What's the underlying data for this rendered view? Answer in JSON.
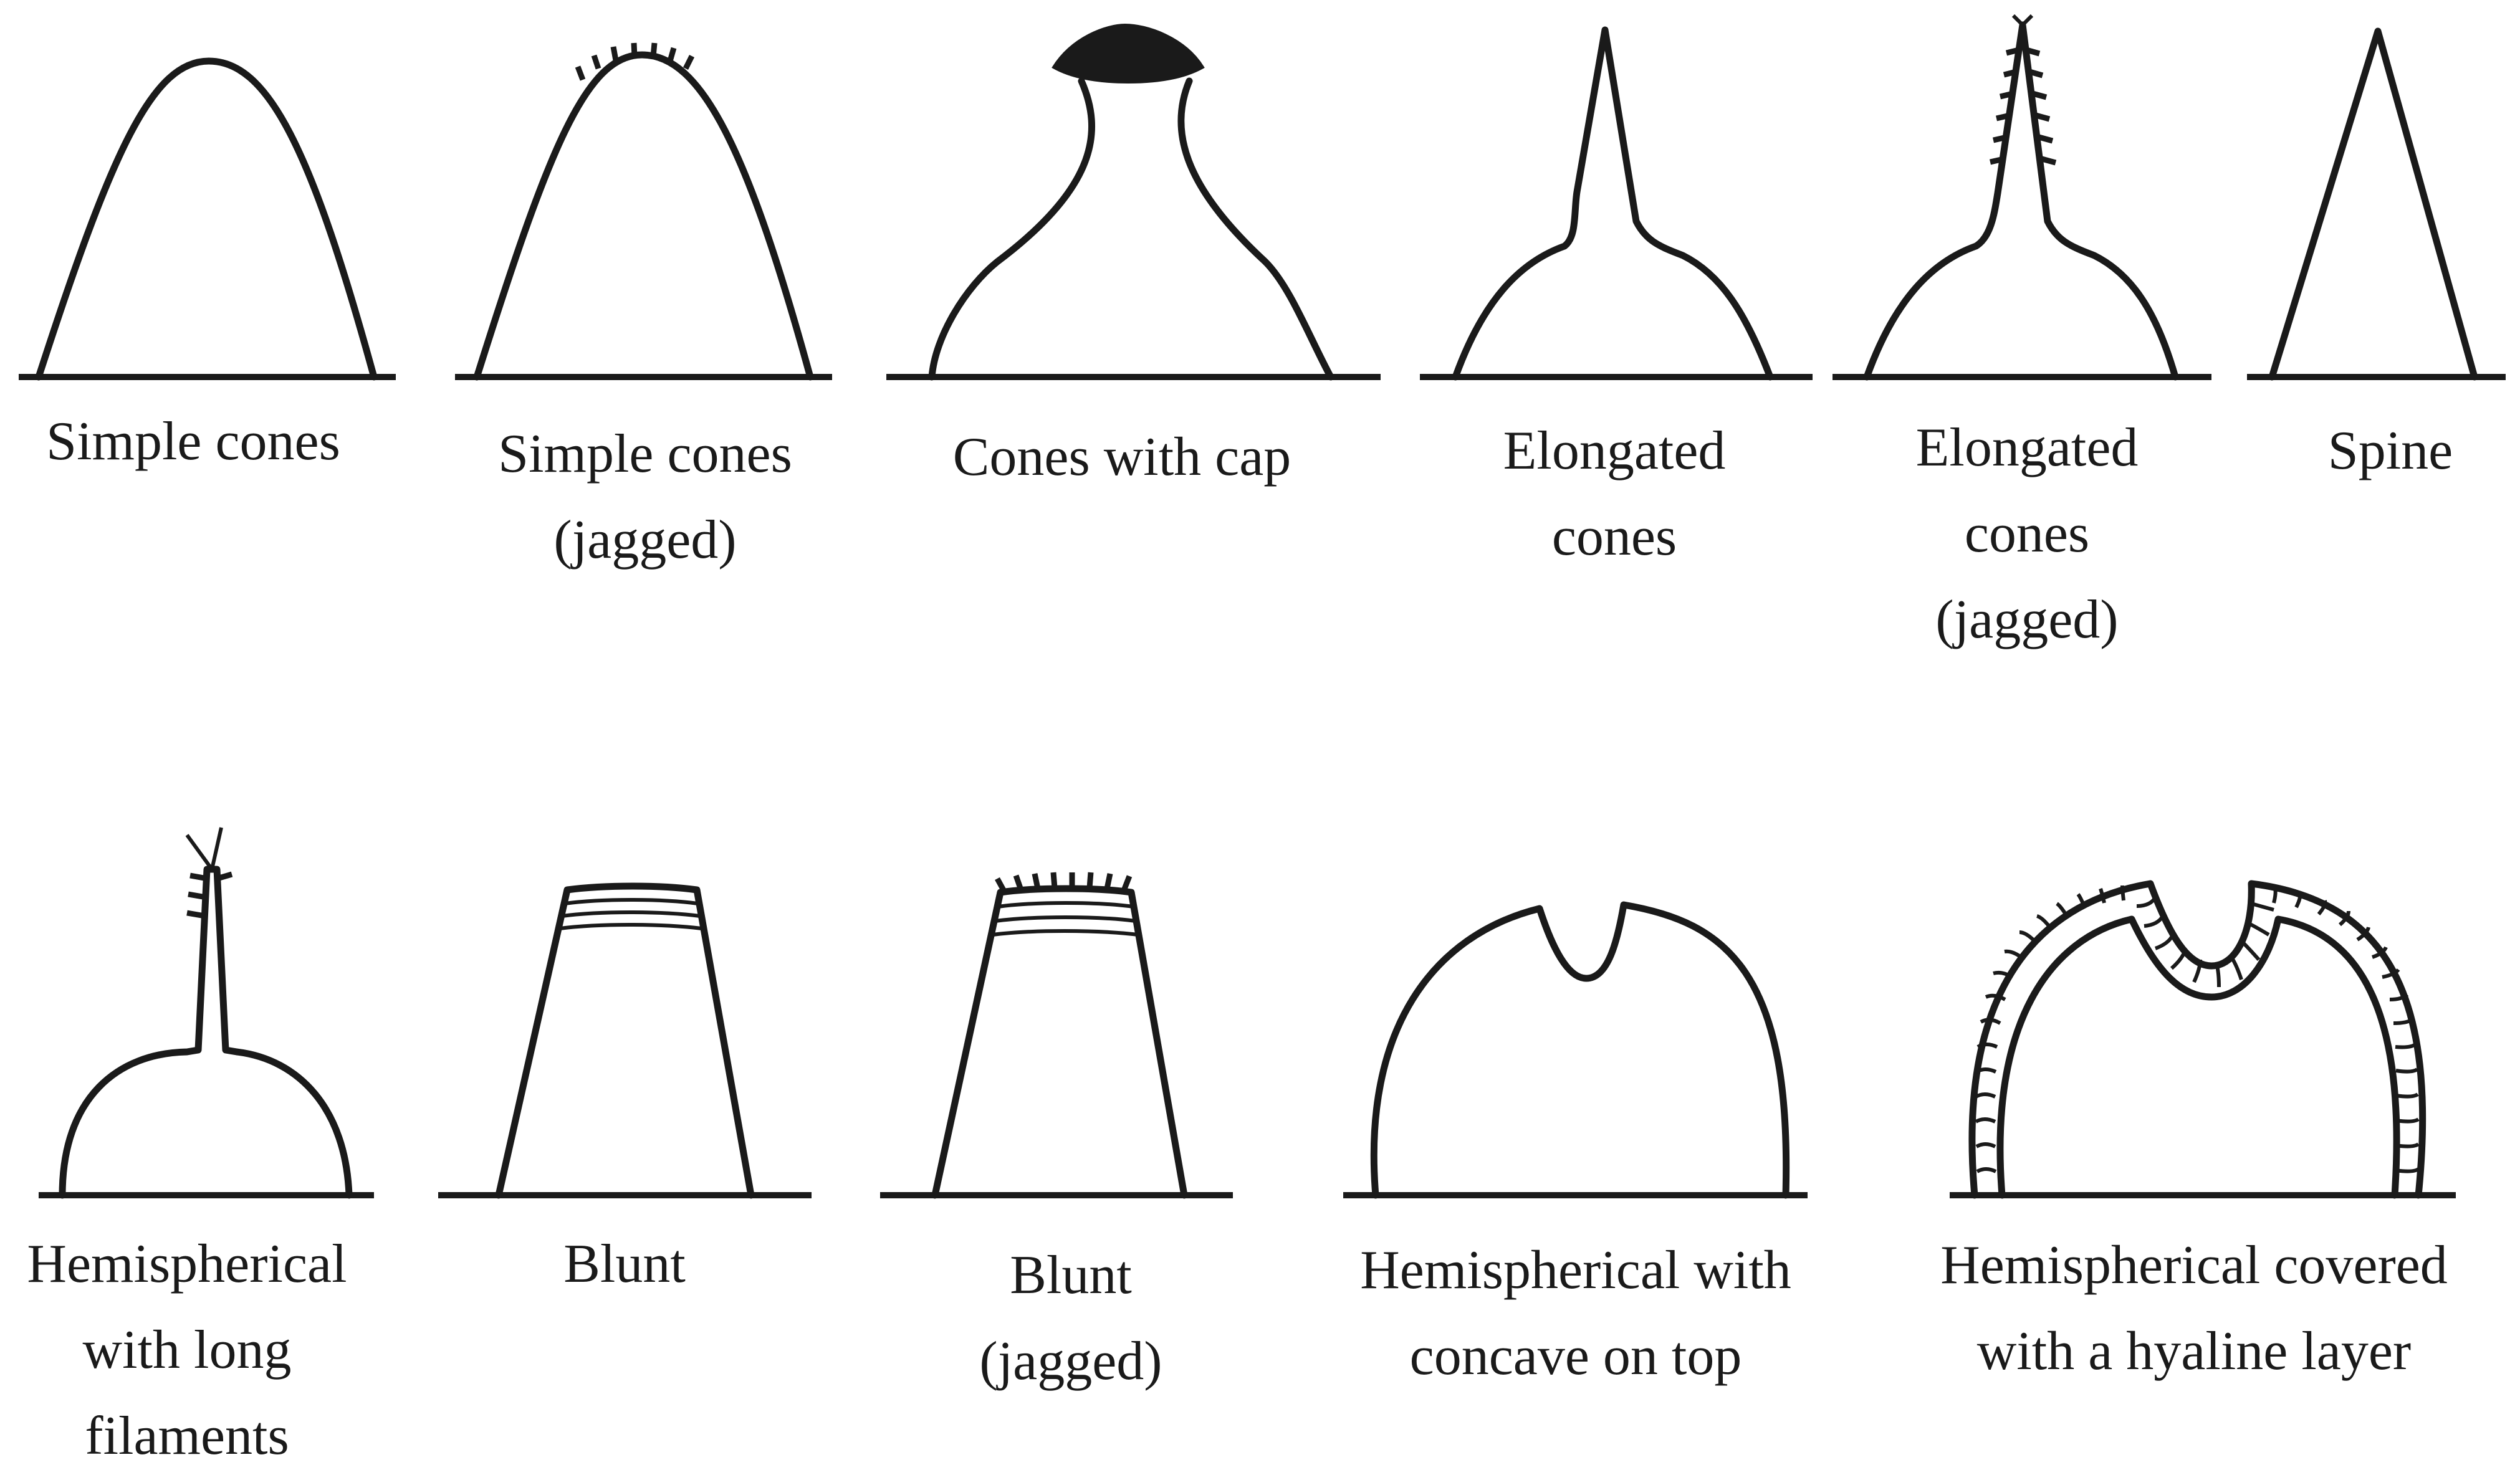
{
  "diagram": {
    "row1": [
      {
        "id": "simple-cones",
        "lines": [
          "Simple cones"
        ]
      },
      {
        "id": "simple-cones-jagged",
        "lines": [
          "Simple cones",
          "(jagged)"
        ]
      },
      {
        "id": "cones-with-cap",
        "lines": [
          "Cones with cap"
        ]
      },
      {
        "id": "elongated-cones",
        "lines": [
          "Elongated",
          "cones"
        ]
      },
      {
        "id": "elongated-cones-jagged",
        "lines": [
          "Elongated",
          "cones",
          "(jagged)"
        ]
      },
      {
        "id": "spine",
        "lines": [
          "Spine"
        ]
      }
    ],
    "row2": [
      {
        "id": "hemispherical-long-filaments",
        "lines": [
          "Hemispherical",
          "with long",
          "filaments"
        ]
      },
      {
        "id": "blunt",
        "lines": [
          "Blunt"
        ]
      },
      {
        "id": "blunt-jagged",
        "lines": [
          "Blunt",
          "(jagged)"
        ]
      },
      {
        "id": "hemispherical-concave",
        "lines": [
          "Hemispherical with",
          "concave on top"
        ]
      },
      {
        "id": "hemispherical-hyaline",
        "lines": [
          "Hemispherical covered",
          "with a hyaline layer"
        ]
      }
    ]
  }
}
